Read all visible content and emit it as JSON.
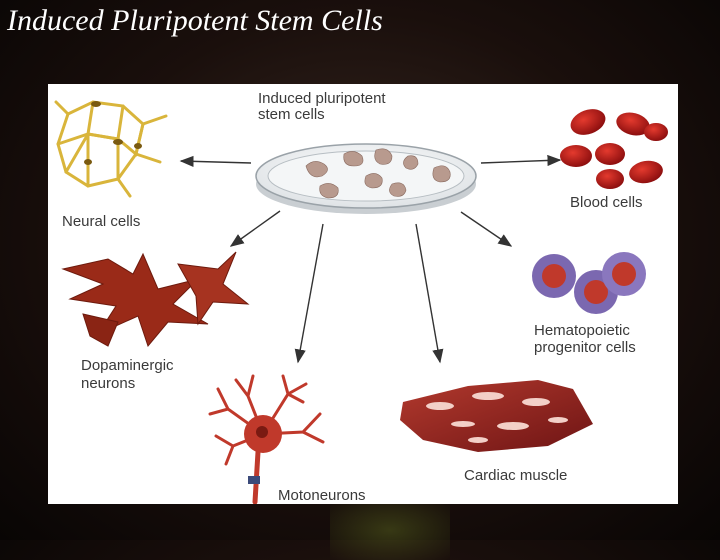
{
  "slide": {
    "title": "Induced Pluripotent Stem Cells"
  },
  "diagram": {
    "source_label": [
      "Induced pluripotent",
      "stem cells"
    ],
    "targets": {
      "neural": "Neural cells",
      "dopaminergic": [
        "Dopaminergic",
        "neurons"
      ],
      "motoneurons": "Motoneurons",
      "cardiac": "Cardiac muscle",
      "hematopoietic": [
        "Hematopoietic",
        "progenitor cells"
      ],
      "blood": "Blood cells"
    }
  },
  "colors": {
    "background": "#1a0f0c",
    "panel": "#ffffff",
    "label_text": "#3a3a3a",
    "arrow": "#333333",
    "neural": "#e8c84a",
    "dopaminergic": "#9a2a18",
    "motoneuron": "#c0392b",
    "cardiac": "#8e1b1b",
    "blood": "#c41e1e",
    "hematopoietic_ring": "#7b68b0"
  }
}
